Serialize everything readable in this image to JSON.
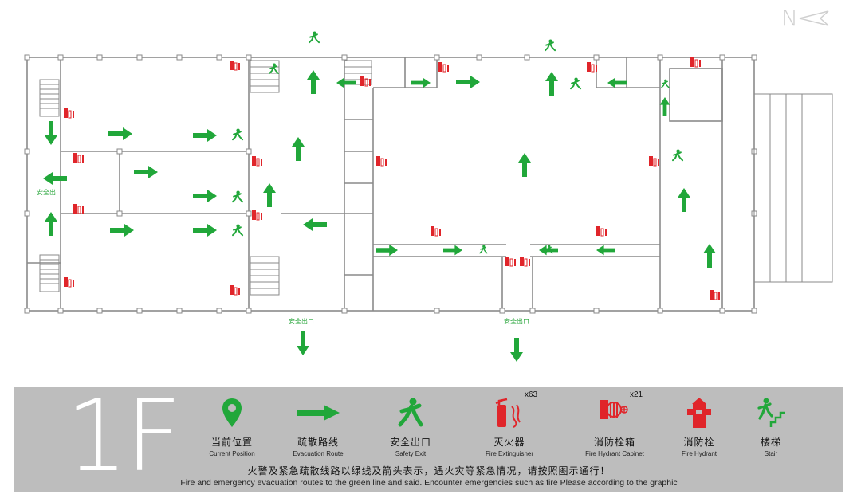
{
  "map": {
    "compass_label": "N",
    "exit_labels": [
      {
        "id": "west",
        "text": "安全出口"
      },
      {
        "id": "south-a",
        "text": "安全出口"
      },
      {
        "id": "south-b",
        "text": "安全出口"
      }
    ],
    "colors": {
      "route": "#21a73a",
      "fire_equipment": "#e0252a",
      "walls": "#8a8a8a",
      "legend_bg": "#bdbdbd"
    }
  },
  "legend": {
    "floor": "1F",
    "items": [
      {
        "icon": "location-pin-icon",
        "zh": "当前位置",
        "en": "Current Position",
        "count": ""
      },
      {
        "icon": "route-arrow-icon",
        "zh": "疏散路线",
        "en": "Evacuation Route",
        "count": ""
      },
      {
        "icon": "safety-exit-icon",
        "zh": "安全出口",
        "en": "Safety Exit",
        "count": ""
      },
      {
        "icon": "fire-extinguisher-icon",
        "zh": "灭火器",
        "en": "Fire Extinguisher",
        "count": "x63"
      },
      {
        "icon": "fire-hydrant-cabinet-icon",
        "zh": "消防栓箱",
        "en": "Fire Hydrant Cabinet",
        "count": "x21"
      },
      {
        "icon": "fire-hydrant-icon",
        "zh": "消防栓",
        "en": "Fire Hydrant",
        "count": ""
      },
      {
        "icon": "stair-icon",
        "zh": "楼梯",
        "en": "Stair",
        "count": ""
      }
    ],
    "note_zh": "火警及紧急疏散线路以绿线及箭头表示，遇火灾等紧急情况，请按照图示通行！",
    "note_en": "Fire and emergency evacuation routes to the green line and said. Encounter emergencies such as fire Please according to the graphic"
  }
}
